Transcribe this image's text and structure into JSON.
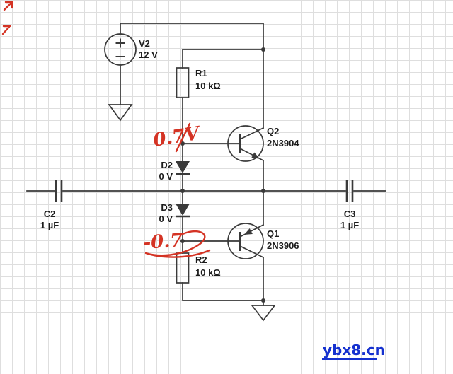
{
  "canvas": {
    "bg": "#ffffff",
    "grid_color": "#dedede",
    "wire_color": "#3a3a3a",
    "label_color": "#1b1b1b"
  },
  "components": {
    "v2": {
      "name": "V2",
      "value": "12 V",
      "type": "dc-voltage-source"
    },
    "r1": {
      "name": "R1",
      "value": "10 kΩ",
      "type": "resistor"
    },
    "d2": {
      "name": "D2",
      "value": "0 V",
      "type": "diode"
    },
    "d3": {
      "name": "D3",
      "value": "0 V",
      "type": "diode"
    },
    "r2": {
      "name": "R2",
      "value": "10 kΩ",
      "type": "resistor"
    },
    "q2": {
      "name": "Q2",
      "value": "2N3904",
      "type": "npn-transistor"
    },
    "q1": {
      "name": "Q1",
      "value": "2N3906",
      "type": "pnp-transistor"
    },
    "c2": {
      "name": "C2",
      "value": "1 µF",
      "type": "capacitor"
    },
    "c3": {
      "name": "C3",
      "value": "1 µF",
      "type": "capacitor"
    }
  },
  "annotations": {
    "color": "#d43324",
    "top_voltage": "0.7V",
    "bottom_voltage": "-0.7"
  },
  "watermark": {
    "text": "ybx8.cn",
    "color": "#1531cf"
  }
}
